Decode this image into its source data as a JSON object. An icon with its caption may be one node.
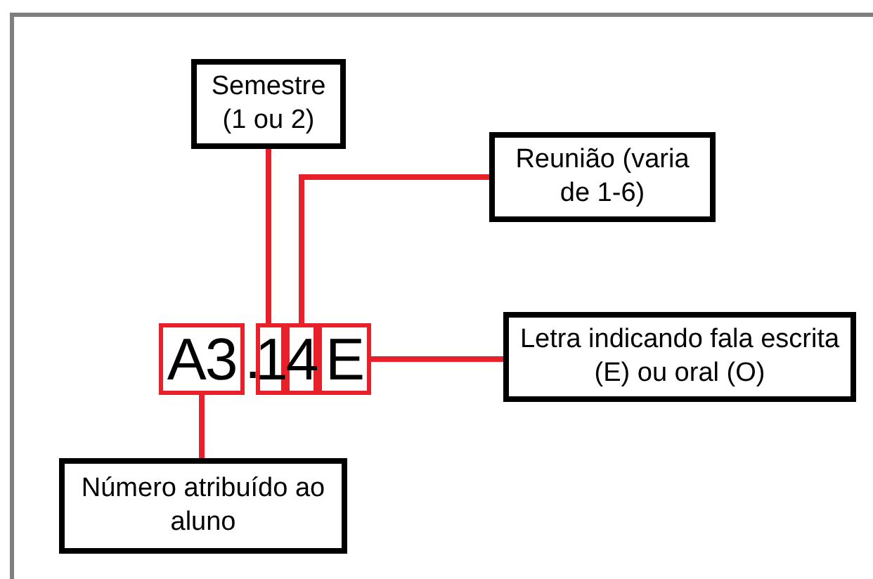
{
  "diagram": {
    "nodes": [
      {
        "text": [
          "Semestre (1 ou 2)"
        ]
      },
      {
        "text": [
          "Reunião (varia de 1-6)"
        ]
      },
      {
        "text": [
          "A3"
        ]
      },
      {
        "text": [
          "1"
        ]
      },
      {
        "text": [
          "4"
        ]
      },
      {
        "text": [
          "E"
        ]
      },
      {
        "text": [
          "Letra indicando fala escrita (E) ou oral (O)"
        ]
      },
      {
        "text": [
          "Número atribuído ao aluno"
        ]
      }
    ],
    "edges": [
      {
        "from": 0,
        "to": 3,
        "arrow": "none"
      },
      {
        "from": 1,
        "to": 4,
        "arrow": "none"
      },
      {
        "from": 6,
        "to": 5,
        "arrow": "none"
      },
      {
        "from": 7,
        "to": 2,
        "arrow": "none"
      }
    ],
    "labels": [
      "."
    ]
  }
}
